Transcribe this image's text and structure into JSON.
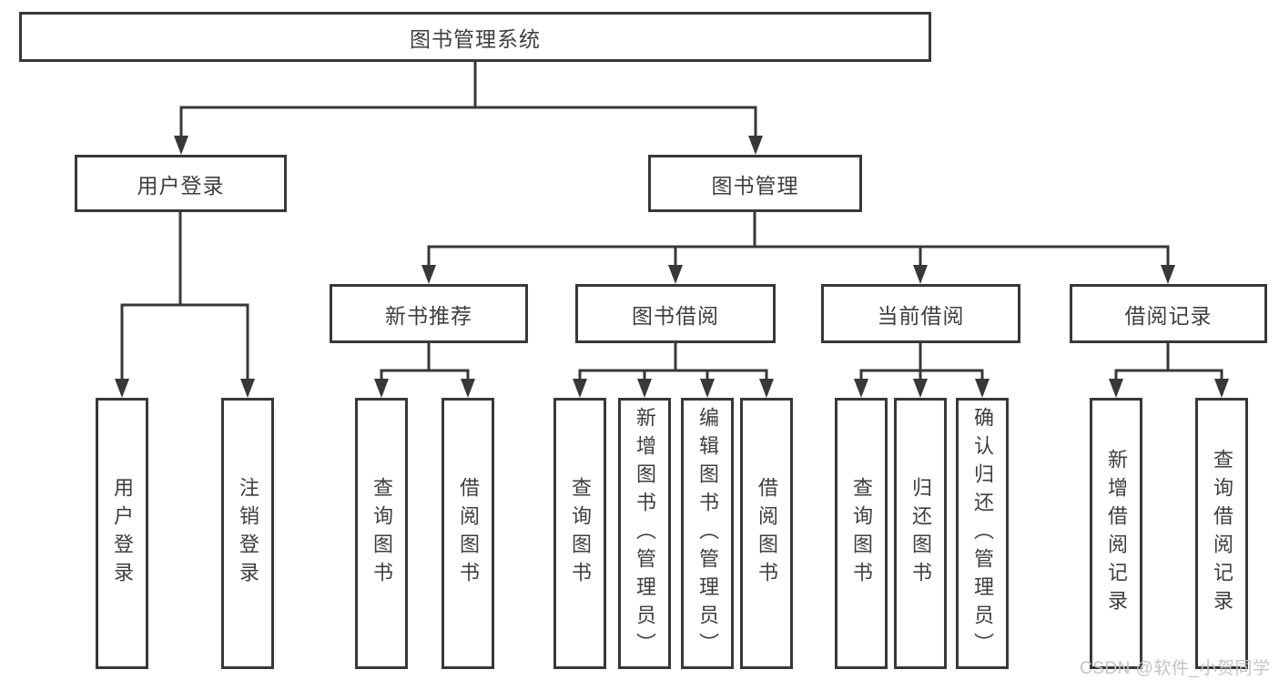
{
  "tree": {
    "root": "图书管理系统",
    "branches": [
      {
        "label": "用户登录",
        "children": [
          "用户登录",
          "注销登录"
        ]
      },
      {
        "label": "图书管理",
        "sub": [
          {
            "label": "新书推荐",
            "children": [
              "查询图书",
              "借阅图书"
            ]
          },
          {
            "label": "图书借阅",
            "children": [
              "查询图书",
              "新增图书（管理员）",
              "编辑图书（管理员）",
              "借阅图书"
            ]
          },
          {
            "label": "当前借阅",
            "children": [
              "查询图书",
              "归还图书",
              "确认归还（管理员）"
            ]
          },
          {
            "label": "借阅记录",
            "children": [
              "新增借阅记录",
              "查询借阅记录"
            ]
          }
        ]
      }
    ]
  },
  "watermark": "CSDN @软件_小贺同学",
  "colors": {
    "line": "#383838",
    "text": "#3e3e3e",
    "bg": "#ffffff",
    "watermark": "#c4c4c4"
  }
}
